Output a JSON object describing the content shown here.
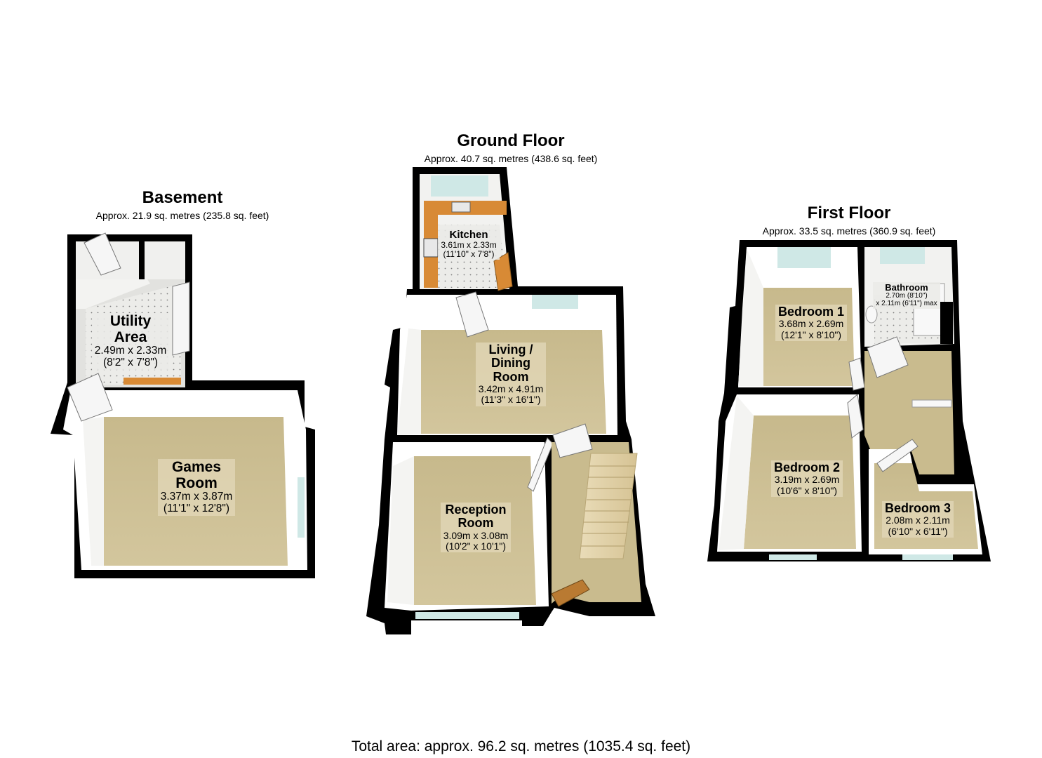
{
  "floors": [
    {
      "name": "Basement",
      "area": "Approx. 21.9 sq. metres (235.8 sq. feet)",
      "rooms": [
        {
          "name": "Utility",
          "name2": "Area",
          "dims": "2.49m x 2.33m",
          "dims_imperial": "(8'2\" x 7'8\")"
        },
        {
          "name": "Games",
          "name2": "Room",
          "dims": "3.37m x 3.87m",
          "dims_imperial": "(11'1\" x 12'8\")"
        }
      ]
    },
    {
      "name": "Ground Floor",
      "area": "Approx. 40.7 sq. metres (438.6 sq. feet)",
      "rooms": [
        {
          "name": "Kitchen",
          "dims": "3.61m x 2.33m",
          "dims_imperial": "(11'10\" x 7'8\")"
        },
        {
          "name": "Living /",
          "name2": "Dining",
          "name3": "Room",
          "dims": "3.42m x 4.91m",
          "dims_imperial": "(11'3\" x 16'1\")"
        },
        {
          "name": "Reception",
          "name2": "Room",
          "dims": "3.09m x 3.08m",
          "dims_imperial": "(10'2\" x 10'1\")"
        }
      ]
    },
    {
      "name": "First Floor",
      "area": "Approx. 33.5 sq. metres (360.9 sq. feet)",
      "rooms": [
        {
          "name": "Bathroom",
          "dims": "2.70m (8'10\")",
          "dims_imperial": "x 2.11m (6'11\") max"
        },
        {
          "name": "Bedroom 1",
          "dims": "3.68m x 2.69m",
          "dims_imperial": "(12'1\" x 8'10\")"
        },
        {
          "name": "Bedroom 2",
          "dims": "3.19m x 2.69m",
          "dims_imperial": "(10'6\" x 8'10\")"
        },
        {
          "name": "Bedroom 3",
          "dims": "2.08m x 2.11m",
          "dims_imperial": "(6'10\" x 6'11\")"
        }
      ]
    }
  ],
  "total_area": "Total area: approx. 96.2 sq. metres (1035.4 sq. feet)",
  "colors": {
    "wall": "#000000",
    "wall_inner": "#ffffff",
    "carpet": "#cdbf93",
    "tile": "#e9e9e6",
    "wood": "#d88a35",
    "window": "#cfe8e6"
  }
}
